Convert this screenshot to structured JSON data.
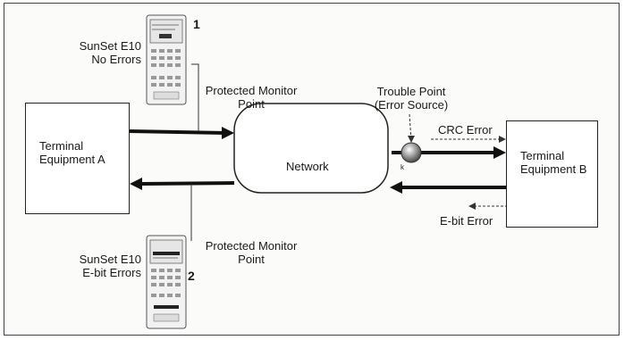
{
  "terminal_a": {
    "line1": "Terminal",
    "line2": "Equipment A"
  },
  "terminal_b": {
    "line1": "Terminal",
    "line2": "Equipment B"
  },
  "network": {
    "label": "Network"
  },
  "device_1": {
    "name": "SunSet E10",
    "status": "No Errors",
    "number": "1"
  },
  "device_2": {
    "name": "SunSet E10",
    "status": "E-bit Errors",
    "number": "2"
  },
  "monitor_top": {
    "line1": "Protected Monitor",
    "line2": "Point"
  },
  "monitor_bottom": {
    "line1": "Protected Monitor",
    "line2": "Point"
  },
  "trouble": {
    "line1": "Trouble Point",
    "line2": "(Error Source)"
  },
  "crc_error": "CRC Error",
  "ebit_error": "E-bit Error",
  "small_mark": "k"
}
